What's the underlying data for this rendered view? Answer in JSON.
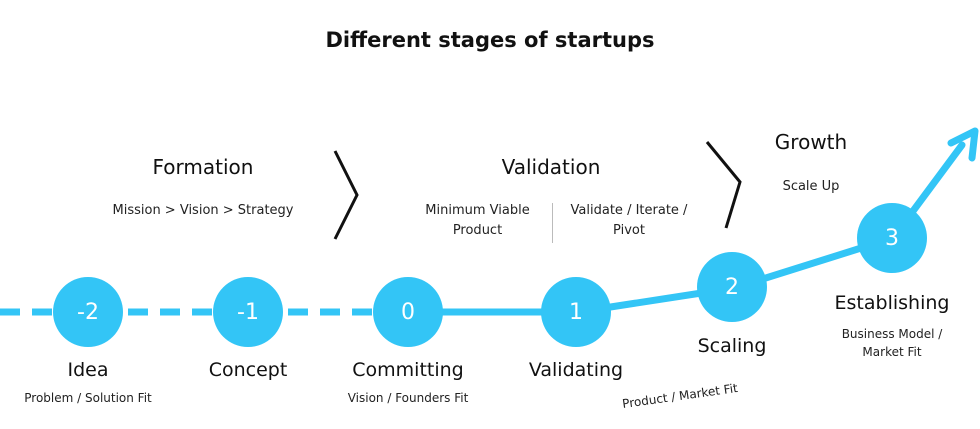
{
  "title": "Different stages of startups",
  "colors": {
    "accent": "#33c5f6",
    "text": "#111111",
    "node_text": "#ffffff"
  },
  "phases": {
    "formation": {
      "name": "Formation",
      "desc": "Mission > Vision > Strategy"
    },
    "validation": {
      "name": "Validation",
      "desc_left": "Minimum Viable Product",
      "desc_right": "Validate / Iterate / Pivot"
    },
    "growth": {
      "name": "Growth",
      "desc": "Scale Up"
    }
  },
  "stages": [
    {
      "number": "-2",
      "name": "Idea",
      "fit": "Problem / Solution Fit"
    },
    {
      "number": "-1",
      "name": "Concept",
      "fit": ""
    },
    {
      "number": "0",
      "name": "Committing",
      "fit": "Vision / Founders Fit"
    },
    {
      "number": "1",
      "name": "Validating",
      "fit": ""
    },
    {
      "number": "2",
      "name": "Scaling",
      "fit": "Product / Market Fit"
    },
    {
      "number": "3",
      "name": "Establishing",
      "fit": "Business Model / Market Fit"
    }
  ]
}
